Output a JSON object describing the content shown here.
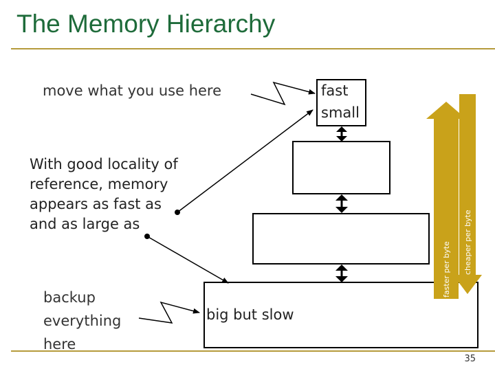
{
  "slide": {
    "title": "The Memory Hierarchy",
    "page_number": "35"
  },
  "annotations": {
    "move_here": "move what you use here",
    "locality": "With good locality of\nreference, memory\nappears as fast as\nand as large as",
    "backup": "backup\neverything\nhere",
    "big_slow": "big but slow",
    "fast_small": "fast\nsmall"
  },
  "arrows": {
    "up_label": "faster per byte",
    "down_label": "cheaper per byte",
    "color": "#c9a21a"
  },
  "colors": {
    "title": "#1e6b3a",
    "rule": "#b59a3a"
  }
}
